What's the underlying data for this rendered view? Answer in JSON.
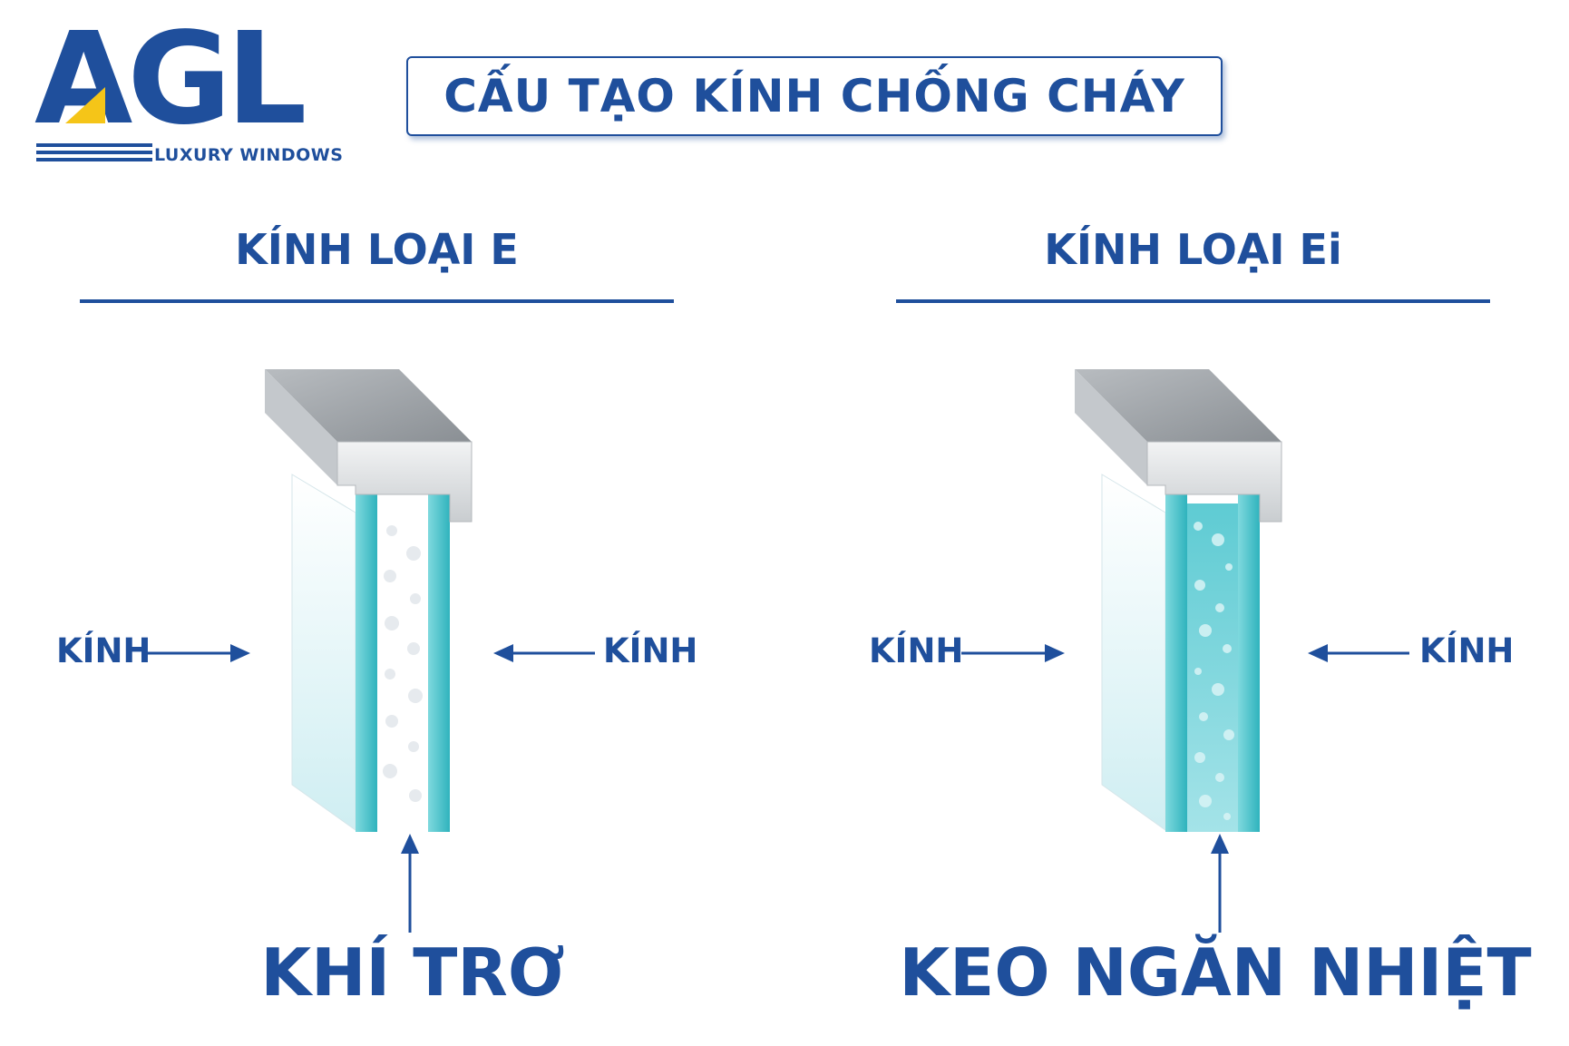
{
  "logo": {
    "letters": "AGL",
    "subtitle": "LUXURY WINDOWS"
  },
  "title": "CẤU TẠO KÍNH CHỐNG CHÁY",
  "panels": [
    {
      "heading": "KÍNH LOẠI E",
      "left_label": "KÍNH",
      "right_label": "KÍNH",
      "bottom_label": "KHÍ TRƠ"
    },
    {
      "heading": "KÍNH LOẠI Ei",
      "left_label": "KÍNH",
      "right_label": "KÍNH",
      "bottom_label": "KEO NGĂN NHIỆT"
    }
  ],
  "colors": {
    "brand_blue": "#1f4f9c",
    "logo_yellow": "#f5c518",
    "glass_teal": "#57c9d0",
    "frame_gray": "#9ea3a8"
  }
}
